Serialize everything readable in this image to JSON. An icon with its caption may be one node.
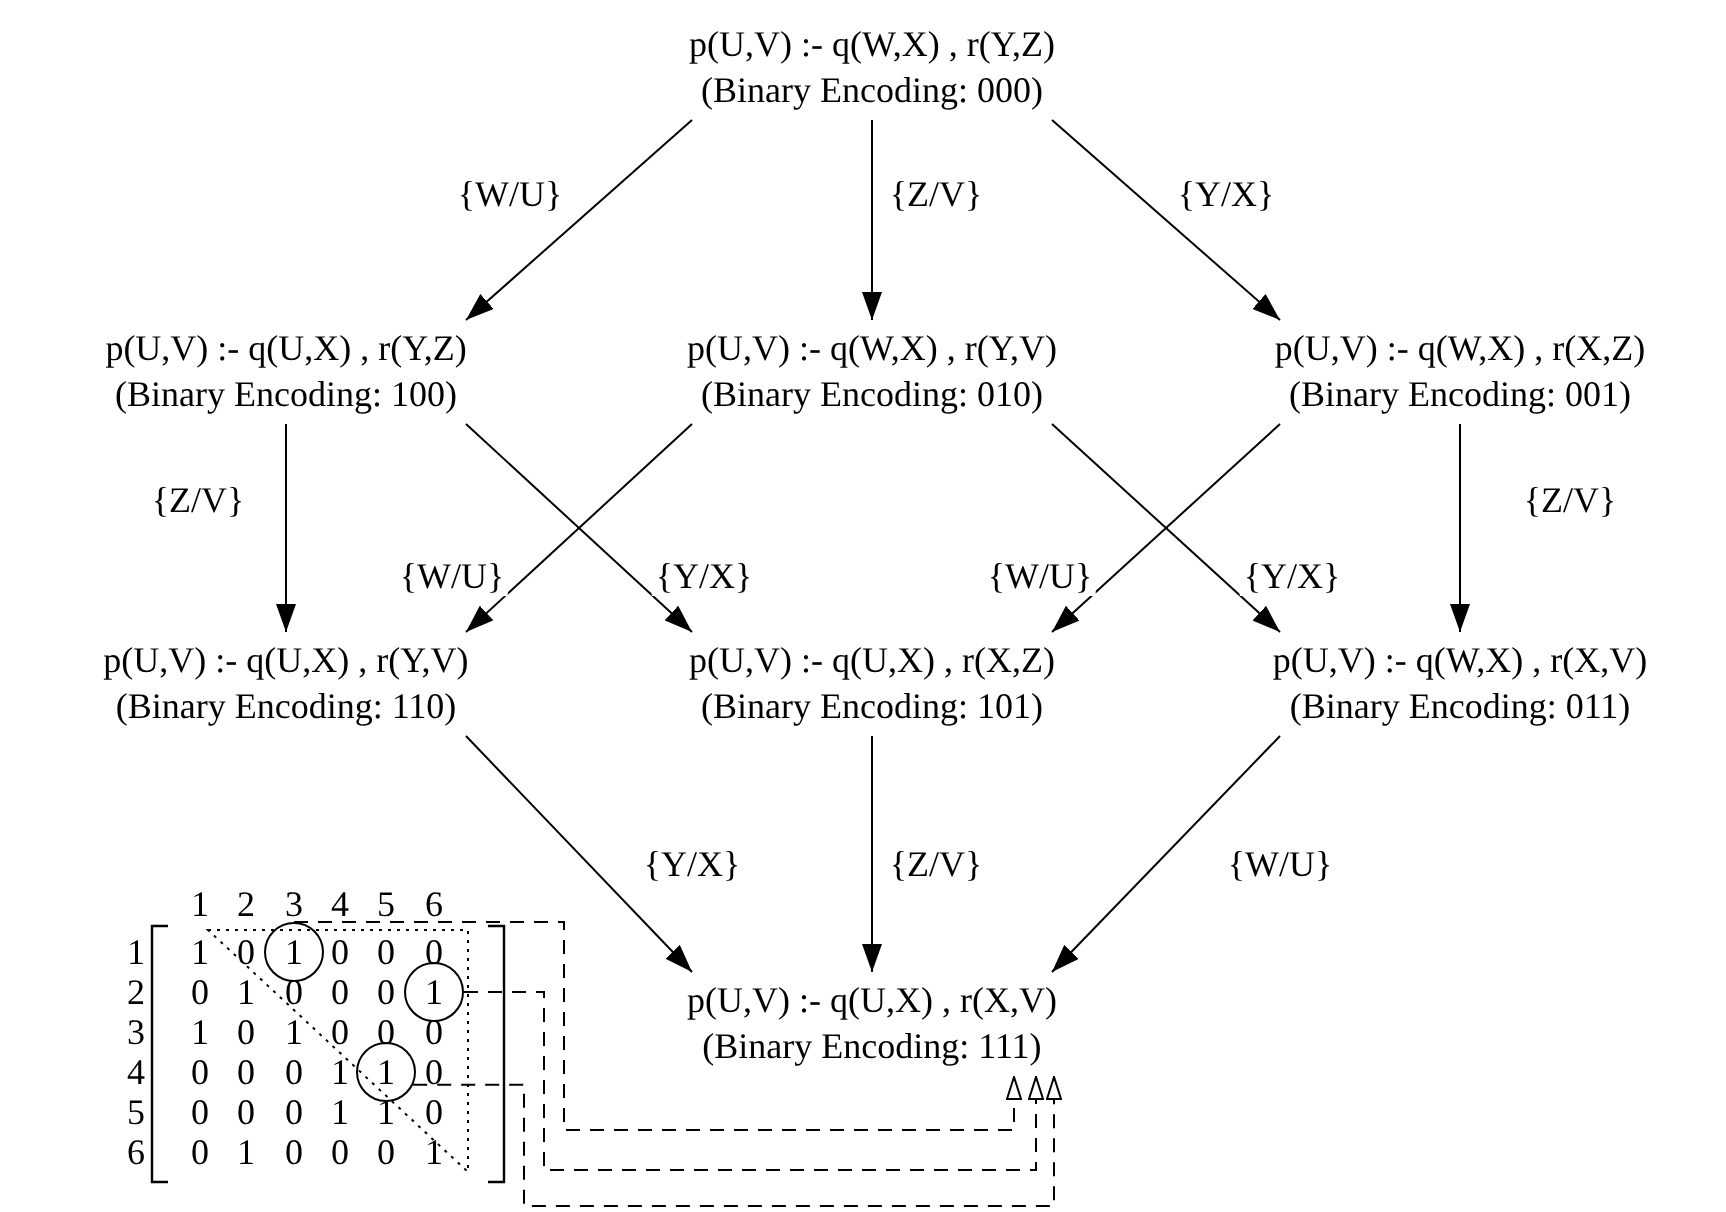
{
  "diagram": {
    "nodes": [
      {
        "text": [
          "p(U,V) :- q(W,X) , r(Y,Z)",
          "(Binary Encoding: 000)"
        ]
      },
      {
        "text": [
          "p(U,V) :- q(U,X) , r(Y,Z)",
          "(Binary Encoding: 100)"
        ]
      },
      {
        "text": [
          "p(U,V) :- q(W,X) , r(Y,V)",
          "(Binary Encoding: 010)"
        ]
      },
      {
        "text": [
          "p(U,V) :- q(W,X) , r(X,Z)",
          "(Binary Encoding: 001)"
        ]
      },
      {
        "text": [
          "p(U,V) :- q(U,X) , r(Y,V)",
          "(Binary Encoding: 110)"
        ]
      },
      {
        "text": [
          "p(U,V) :- q(U,X) , r(X,Z)",
          "(Binary Encoding: 101)"
        ]
      },
      {
        "text": [
          "p(U,V) :- q(W,X) , r(X,V)",
          "(Binary Encoding: 011)"
        ]
      },
      {
        "text": [
          "p(U,V) :- q(U,X) , r(X,V)",
          "(Binary Encoding: 111)"
        ]
      },
      {
        "text": [
          "1"
        ]
      },
      {
        "text": [
          "1"
        ]
      },
      {
        "text": [
          "1"
        ]
      }
    ],
    "edges": [
      {
        "from": 0,
        "to": 1,
        "arrow": "to",
        "label": "{W/U}"
      },
      {
        "from": 0,
        "to": 2,
        "arrow": "to",
        "label": "{Z/V}"
      },
      {
        "from": 0,
        "to": 3,
        "arrow": "to",
        "label": "{Y/X}"
      },
      {
        "from": 1,
        "to": 4,
        "arrow": "to",
        "label": "{Z/V}"
      },
      {
        "from": 1,
        "to": 5,
        "arrow": "to",
        "label": "{Y/X}"
      },
      {
        "from": 2,
        "to": 4,
        "arrow": "to",
        "label": "{W/U}"
      },
      {
        "from": 2,
        "to": 6,
        "arrow": "to",
        "label": "{Y/X}"
      },
      {
        "from": 3,
        "to": 5,
        "arrow": "to",
        "label": "{W/U}"
      },
      {
        "from": 3,
        "to": 6,
        "arrow": "to",
        "label": "{Z/V}"
      },
      {
        "from": 4,
        "to": 7,
        "arrow": "to",
        "label": "{Y/X}"
      },
      {
        "from": 5,
        "to": 7,
        "arrow": "to",
        "label": "{Z/V}"
      },
      {
        "from": 6,
        "to": 7,
        "arrow": "to",
        "label": "{W/U}"
      },
      {
        "from": 8,
        "to": 7,
        "arrow": "to",
        "style": "dashed"
      },
      {
        "from": 9,
        "to": 7,
        "arrow": "to",
        "style": "dashed"
      },
      {
        "from": 10,
        "to": 7,
        "arrow": "to",
        "style": "dashed"
      }
    ],
    "labels": [
      "1",
      "2",
      "3",
      "4",
      "5",
      "6",
      "1",
      "1",
      "0",
      "0",
      "0",
      "0",
      "2",
      "0",
      "1",
      "0",
      "0",
      "0",
      "3",
      "1",
      "0",
      "1",
      "0",
      "0",
      "0",
      "4",
      "0",
      "0",
      "0",
      "1",
      "0",
      "5",
      "0",
      "0",
      "0",
      "1",
      "1",
      "0",
      "6",
      "0",
      "1",
      "0",
      "0",
      "0",
      "1"
    ]
  }
}
